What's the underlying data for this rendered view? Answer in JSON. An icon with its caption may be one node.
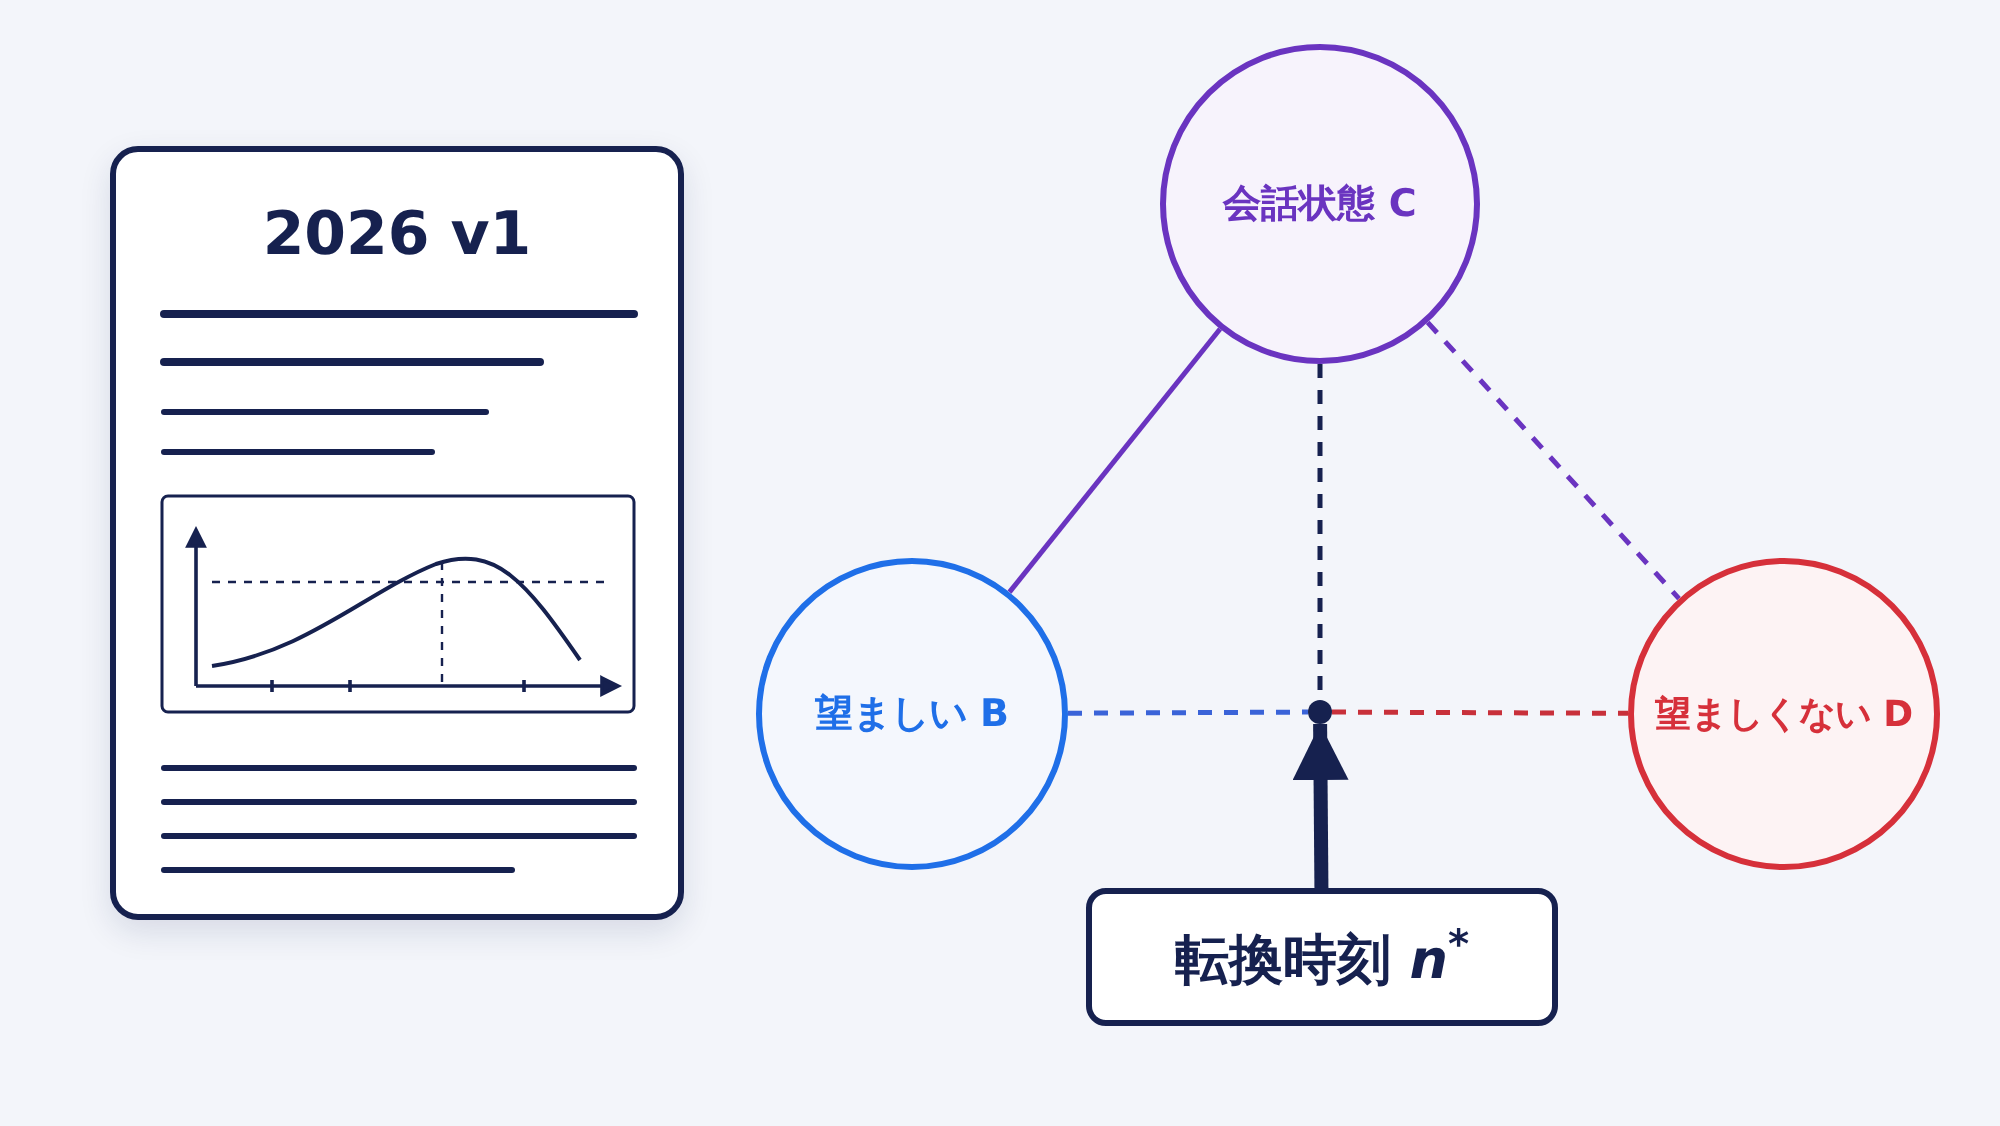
{
  "diagram": {
    "nodes": [
      {
        "text": [
          "2026 v1"
        ]
      },
      {
        "text": [
          "会話状態 C"
        ]
      },
      {
        "text": [
          "望ましい B"
        ]
      },
      {
        "text": [
          "望ましくない D"
        ]
      },
      {
        "text": [],
        "shape": "circle"
      },
      {
        "text": [
          "転換時刻 *n*$^{*}$"
        ]
      }
    ],
    "edges": [
      {
        "from": 1,
        "to": 2,
        "arrow": "none",
        "color": "#6a34c0"
      },
      {
        "from": 1,
        "to": 3,
        "arrow": "none",
        "style": "dashed",
        "color": "#6a34c0"
      },
      {
        "from": 1,
        "to": 4,
        "arrow": "none",
        "style": "dashed",
        "color": "#16214f"
      },
      {
        "from": 2,
        "to": 4,
        "arrow": "none",
        "style": "dashed",
        "color": "#3a63d8"
      },
      {
        "from": 4,
        "to": 3,
        "arrow": "none",
        "style": "dashed",
        "color": "#c8303a"
      },
      {
        "from": 5,
        "to": 4,
        "arrow": "to",
        "style": "thick",
        "color": "#16214f"
      }
    ]
  }
}
